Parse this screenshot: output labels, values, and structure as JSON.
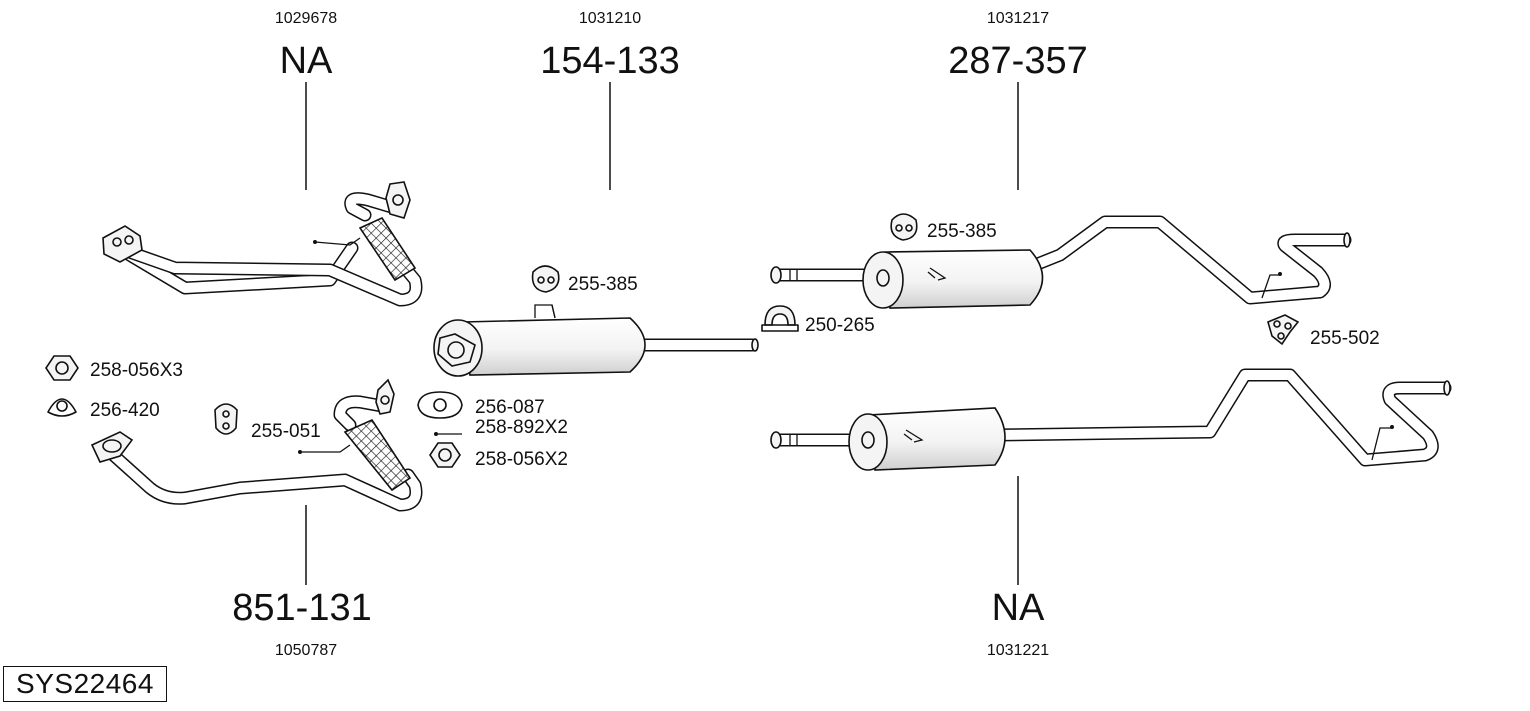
{
  "groups": {
    "front_pipe_top": {
      "ref": "1029678",
      "part": "NA"
    },
    "center_muffler": {
      "ref": "1031210",
      "part": "154-133"
    },
    "rear_muffler_top": {
      "ref": "1031217",
      "part": "287-357"
    },
    "front_pipe_bottom": {
      "ref": "1050787",
      "part": "851-131"
    },
    "rear_muffler_bottom": {
      "ref": "1031221",
      "part": "NA"
    }
  },
  "accessories": {
    "hanger_center": "255-385",
    "hanger_rear": "255-385",
    "clamp": "250-265",
    "hanger_tail": "255-502",
    "nut_front": "258-056X3",
    "gasket_front": "256-420",
    "hanger_front": "255-051",
    "gasket_mid": "256-087",
    "bolt_mid": "258-892X2",
    "nut_mid": "258-056X2"
  },
  "system_id": "SYS22464"
}
